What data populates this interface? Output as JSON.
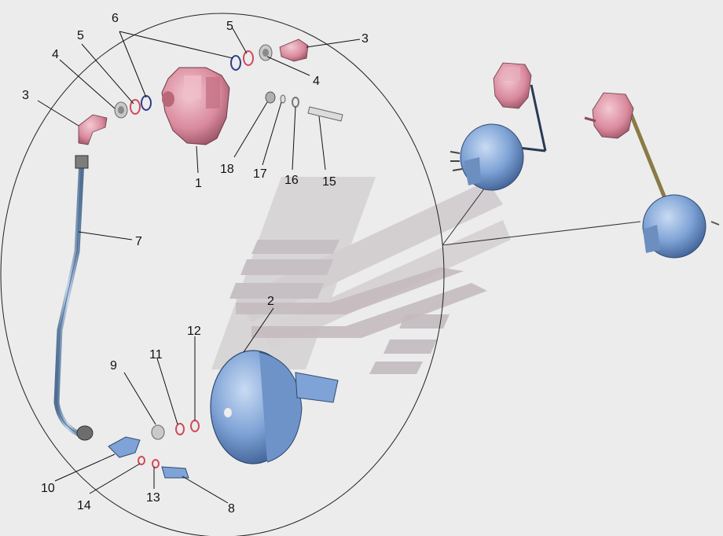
{
  "callouts": {
    "c1": "1",
    "c2": "2",
    "c3a": "3",
    "c3b": "3",
    "c4a": "4",
    "c4b": "4",
    "c5a": "5",
    "c5b": "5",
    "c6": "6",
    "c7": "7",
    "c8": "8",
    "c9": "9",
    "c10": "10",
    "c11": "11",
    "c12": "12",
    "c13": "13",
    "c14": "14",
    "c15": "15",
    "c16": "16",
    "c17": "17",
    "c18": "18"
  },
  "colors": {
    "background": "#ececec",
    "valve_pink": "#d98a9c",
    "chamber_blue": "#7fa3d6",
    "pipe_blue": "#8aa8c8",
    "brass_rod": "#9a8850",
    "watermark_gray": "#c9c3c7",
    "ring_red": "#d24a5a",
    "ring_blue": "#2d3f8a"
  }
}
